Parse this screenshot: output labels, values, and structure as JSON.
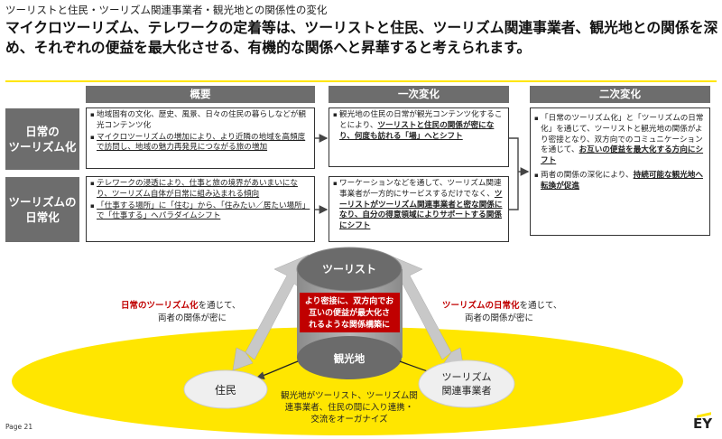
{
  "subtitle": "ツーリストと住民・ツーリズム関連事業者・観光地との関係性の変化",
  "headline": "マイクロツーリズム、テレワークの定着等は、ツーリストと住民、ツーリズム関連事業者、観光地との関係を深め、それぞれの便益を最大化させる、有機的な関係へと昇華すると考えられます。",
  "columns": {
    "overview": "概要",
    "primary": "一次変化",
    "secondary": "二次変化"
  },
  "rows": [
    {
      "label_line1": "日常の",
      "label_line2": "ツーリズム化",
      "overview_items": [
        "地域固有の文化、歴史、風景、日々の住民の暮らしなどが観光コンテンツ化",
        "マイクロツーリズムの増加により、より近隣の地域を高頻度で訪問し、地域の魅力再発見につながる旅の増加"
      ],
      "primary_text_a": "観光地の住民の日常が観光コンテンツ化することにより、",
      "primary_text_b": "ツーリストと住民の関係が密になり、何度も訪れる「場」へとシフト"
    },
    {
      "label_line1": "ツーリズムの",
      "label_line2": "日常化",
      "overview_items": [
        "テレワークの浸透により、仕事と旅の境界があいまいになり、ツーリズム自体が日常に組み込まれる傾向",
        "「仕事する場所」に「住む」から、「住みたい／居たい場所」で「仕事する」へパラダイムシフト"
      ],
      "primary_text_a": "ワーケーションなどを通して、ツーリズム関連事業者が一方的にサービスするだけでなく、",
      "primary_text_b": "ツーリストがツーリズム関連事業者と密な関係になり、自分の得意領域によりサポートする関係にシフト"
    }
  ],
  "secondary": {
    "item1_a": "「日常のツーリズム化」と「ツーリズムの日常化」を通じて、ツーリストと観光地の関係がより密接となり、双方向でのコミュニケーションを通じて、",
    "item1_b": "お互いの便益を最大化する方向にシフト",
    "item2_a": "両者の関係の深化により、",
    "item2_b": "持続可能な観光地へ転換が促進"
  },
  "diagram": {
    "tourist": "ツーリスト",
    "cylinder_text": [
      "より密接に、双方向でお",
      "互いの便益が最大化さ",
      "れるような関係構築に"
    ],
    "destination": "観光地",
    "resident": "住民",
    "business": [
      "ツーリズム",
      "関連事業者"
    ],
    "left_note_red": "日常のツーリズム化",
    "left_note_rest": "を通じて、",
    "left_note_line2": "両者の関係が密に",
    "right_note_red": "ツーリズムの日常化",
    "right_note_rest": "を通じて、",
    "right_note_line2": "両者の関係が密に",
    "bottom_text": [
      "観光地がツーリスト、ツーリズム関",
      "連事業者、住民の間に入り連携・",
      "交流をオーガナイズ"
    ]
  },
  "footer": {
    "page": "Page 21",
    "logo": "EY"
  },
  "colors": {
    "accent_yellow": "#ffe600",
    "header_gray": "#6d6d6d",
    "red_text": "#c00000"
  }
}
